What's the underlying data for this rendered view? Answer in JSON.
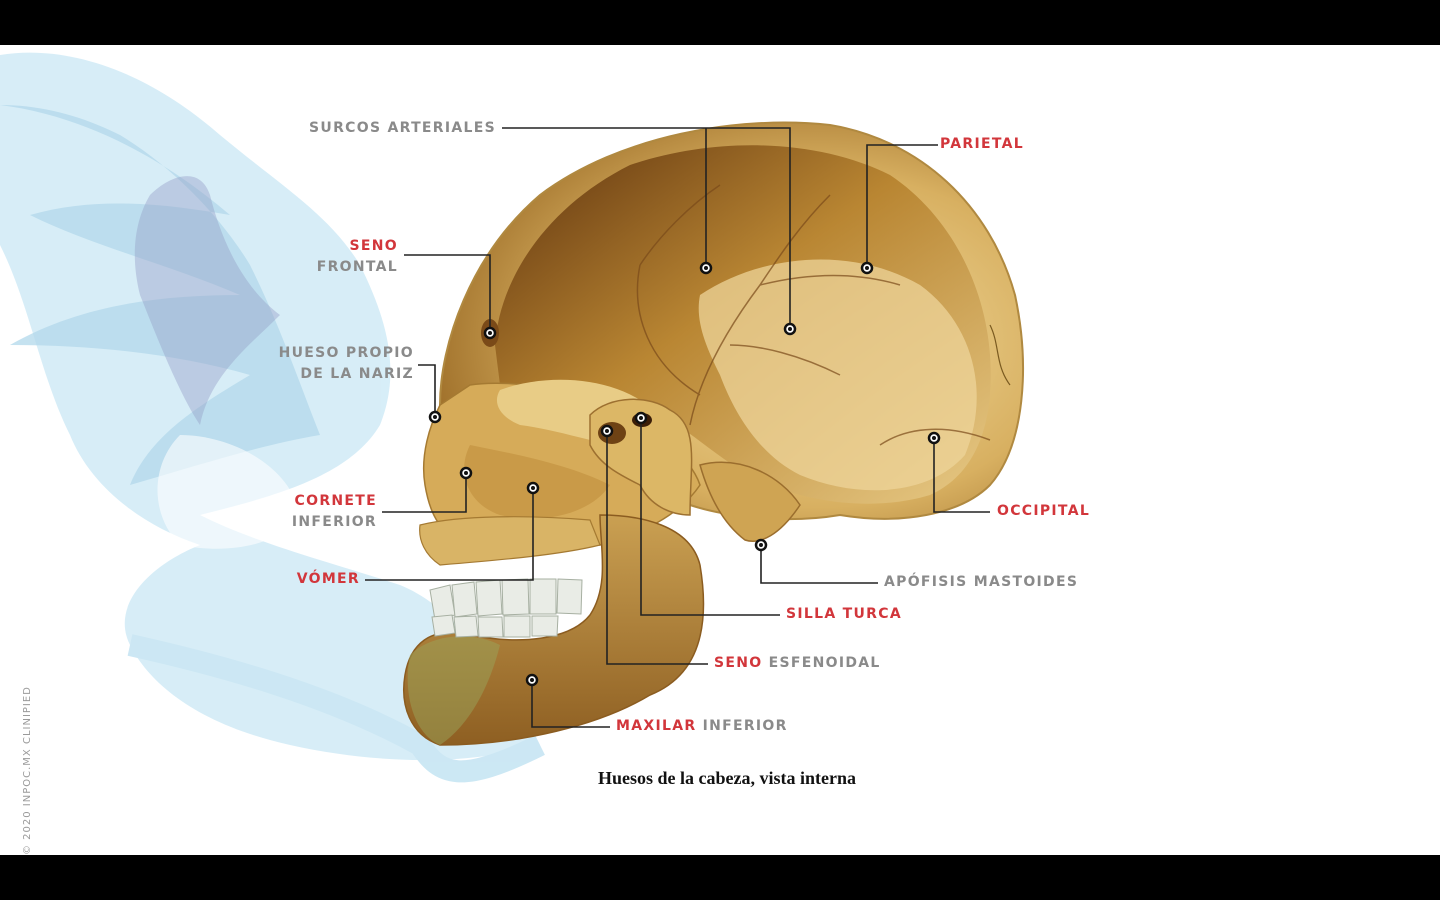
{
  "caption": "Huesos de la cabeza, vista interna",
  "copyright": "© 2020 INPOC.MX CLINIPIED",
  "colors": {
    "label_red": "#d2363b",
    "label_gray": "#8a8a8a",
    "bone": "#e3c27a",
    "watermark": "#bfe3f3"
  },
  "labels": {
    "surcos_arteriales": {
      "text": "SURCOS ARTERIALES"
    },
    "parietal": {
      "red": "PARIETAL"
    },
    "seno_frontal": {
      "red": "SENO",
      "gray": "FRONTAL"
    },
    "hueso_propio": {
      "line1": "HUESO PROPIO",
      "line2": "DE LA NARIZ"
    },
    "cornete": {
      "red": "CORNETE",
      "gray": "INFERIOR"
    },
    "vomer": {
      "red": "VÓMER"
    },
    "occipital": {
      "red": "OCCIPITAL"
    },
    "apofisis": {
      "gray": "APÓFISIS MASTOIDES"
    },
    "silla_turca": {
      "red": "SILLA TURCA"
    },
    "seno_esfenoidal": {
      "red": "SENO",
      "gray": "ESFENOIDAL"
    },
    "maxilar_inferior": {
      "red": "MAXILAR",
      "gray": "INFERIOR"
    }
  }
}
